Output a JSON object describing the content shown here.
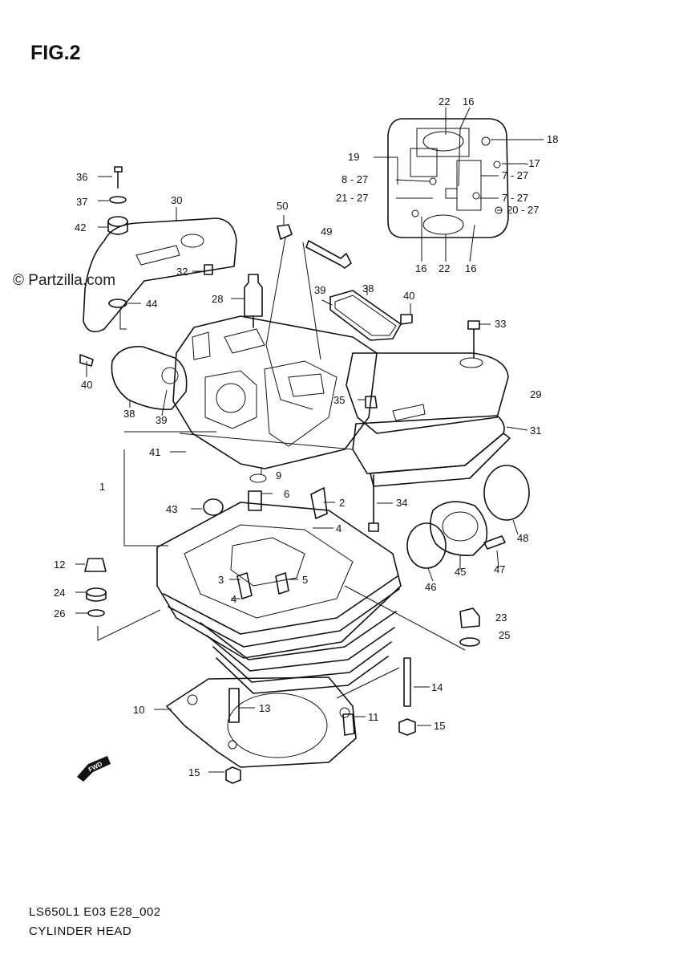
{
  "figure": {
    "title": "FIG.2",
    "watermark": "© Partzilla.com",
    "footer_code": "LS650L1 E03 E28_002",
    "footer_name": "CYLINDER HEAD",
    "fwd_label": "FWD"
  },
  "callouts": [
    {
      "id": "c36",
      "text": "36"
    },
    {
      "id": "c37",
      "text": "37"
    },
    {
      "id": "c42",
      "text": "42"
    },
    {
      "id": "c30",
      "text": "30"
    },
    {
      "id": "c32",
      "text": "32"
    },
    {
      "id": "c44",
      "text": "44"
    },
    {
      "id": "c50",
      "text": "50"
    },
    {
      "id": "c49",
      "text": "49"
    },
    {
      "id": "c28",
      "text": "28"
    },
    {
      "id": "c39a",
      "text": "39"
    },
    {
      "id": "c38a",
      "text": "38"
    },
    {
      "id": "c40a",
      "text": "40"
    },
    {
      "id": "c33",
      "text": "33"
    },
    {
      "id": "c40b",
      "text": "40"
    },
    {
      "id": "c38b",
      "text": "38"
    },
    {
      "id": "c39b",
      "text": "39"
    },
    {
      "id": "c35",
      "text": "35"
    },
    {
      "id": "c29",
      "text": "29"
    },
    {
      "id": "c31",
      "text": "31"
    },
    {
      "id": "c41",
      "text": "41"
    },
    {
      "id": "c9",
      "text": "9"
    },
    {
      "id": "c1",
      "text": "1"
    },
    {
      "id": "c6",
      "text": "6"
    },
    {
      "id": "c2",
      "text": "2"
    },
    {
      "id": "c43",
      "text": "43"
    },
    {
      "id": "c4a",
      "text": "4"
    },
    {
      "id": "c34",
      "text": "34"
    },
    {
      "id": "c48",
      "text": "48"
    },
    {
      "id": "c12",
      "text": "12"
    },
    {
      "id": "c3",
      "text": "3"
    },
    {
      "id": "c5",
      "text": "5"
    },
    {
      "id": "c45",
      "text": "45"
    },
    {
      "id": "c47",
      "text": "47"
    },
    {
      "id": "c46",
      "text": "46"
    },
    {
      "id": "c24",
      "text": "24"
    },
    {
      "id": "c4b",
      "text": "4"
    },
    {
      "id": "c26",
      "text": "26"
    },
    {
      "id": "c23",
      "text": "23"
    },
    {
      "id": "c25",
      "text": "25"
    },
    {
      "id": "c14",
      "text": "14"
    },
    {
      "id": "c10",
      "text": "10"
    },
    {
      "id": "c13",
      "text": "13"
    },
    {
      "id": "c11",
      "text": "11"
    },
    {
      "id": "c15a",
      "text": "15"
    },
    {
      "id": "c15b",
      "text": "15"
    },
    {
      "id": "c22a",
      "text": "22"
    },
    {
      "id": "c16a",
      "text": "16"
    },
    {
      "id": "c18",
      "text": "18"
    },
    {
      "id": "c19",
      "text": "19"
    },
    {
      "id": "c17",
      "text": "-17"
    },
    {
      "id": "c827",
      "text": "8 - 27"
    },
    {
      "id": "c727a",
      "text": "7 - 27"
    },
    {
      "id": "c2127",
      "text": "21 - 27"
    },
    {
      "id": "c727b",
      "text": "7 - 27"
    },
    {
      "id": "c2027",
      "text": "20 - 27"
    },
    {
      "id": "c16b",
      "text": "16"
    },
    {
      "id": "c22b",
      "text": "22"
    },
    {
      "id": "c16c",
      "text": "16"
    }
  ]
}
